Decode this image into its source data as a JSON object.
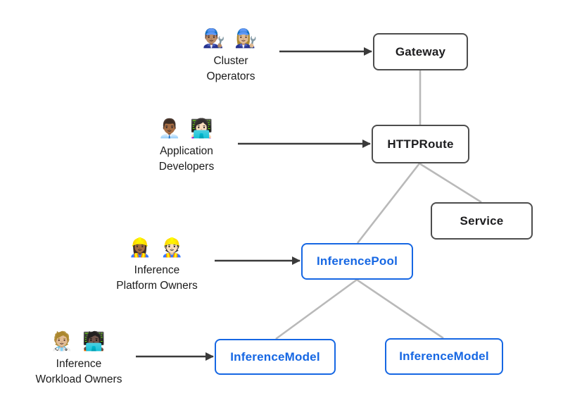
{
  "diagram": {
    "description": "Gateway API inference extension resource model",
    "colors": {
      "background": "#ffffff",
      "dark_box_border": "#4d4d4d",
      "dark_box_text": "#1d1d1f",
      "blue_accent": "#1667e3",
      "arrow": "#3a3a3a",
      "connector_line": "#b9b9b9"
    },
    "nodes": {
      "gateway": {
        "label": "Gateway"
      },
      "httproute": {
        "label": "HTTPRoute"
      },
      "service": {
        "label": "Service"
      },
      "inferencepool": {
        "label": "InferencePool"
      },
      "inferencemodel_left": {
        "label": "InferenceModel"
      },
      "inferencemodel_right": {
        "label": "InferenceModel"
      }
    },
    "personas": {
      "cluster_operators": {
        "emojis": "👨🏽‍🔧 👩🏼‍🔧",
        "line1": "Cluster",
        "line2": "Operators"
      },
      "application_developers": {
        "emojis": "👨🏾‍💼 👩🏻‍💻",
        "line1": "Application",
        "line2": "Developers"
      },
      "inference_platform_owners": {
        "emojis": "👷🏾‍♀️ 👷🏻",
        "line1": "Inference",
        "line2": "Platform Owners"
      },
      "inference_workload_owners": {
        "emojis": "🧑🏼‍⚕️ 🧑🏿‍💻",
        "line1": "Inference",
        "line2": "Workload Owners"
      }
    },
    "edges": {
      "gateway_to_httproute": "Gateway — HTTPRoute",
      "httproute_to_inferencepool": "HTTPRoute — InferencePool",
      "httproute_to_service": "HTTPRoute — Service",
      "inferencepool_to_inferencemodel_left": "InferencePool — InferenceModel",
      "inferencepool_to_inferencemodel_right": "InferencePool — InferenceModel"
    }
  }
}
